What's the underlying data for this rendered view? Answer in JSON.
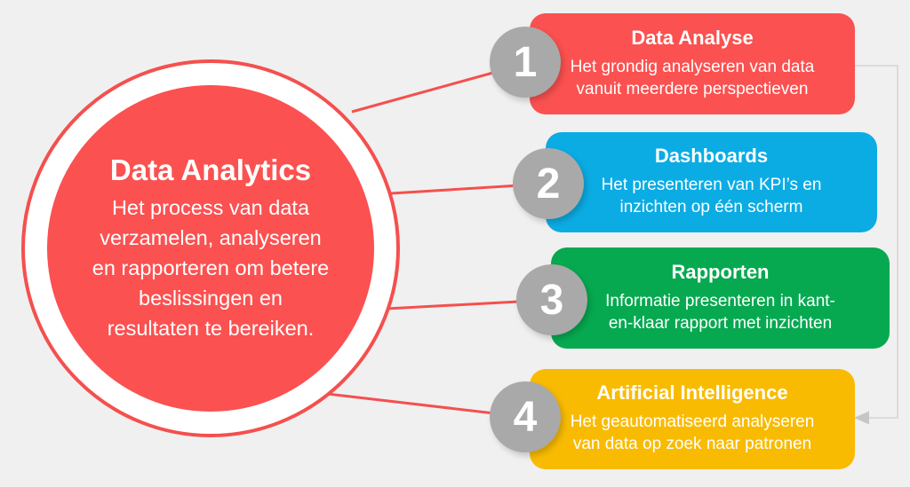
{
  "canvas": {
    "background": "#F0F0F0"
  },
  "center_circle": {
    "title": "Data Analytics",
    "description": "Het process van data\nverzamelen, analyseren\nen rapporteren om betere\nbeslissingen en\nresultaten te bereiken.",
    "fill": "#FB5150",
    "ring_color": "#F4504E",
    "text_color": "#FFFFFF"
  },
  "items": [
    {
      "number": "1",
      "title": "Data Analyse",
      "description": "Het grondig analyseren van data\nvanuit meerdere perspectieven",
      "color": "#FB5150"
    },
    {
      "number": "2",
      "title": "Dashboards",
      "description": "Het presenteren van KPI’s en\ninzichten op één scherm",
      "color": "#0BACE4"
    },
    {
      "number": "3",
      "title": "Rapporten",
      "description": "Informatie presenteren in kant-\nen-klaar rapport met inzichten",
      "color": "#06A950"
    },
    {
      "number": "4",
      "title": "Artificial Intelligence",
      "description": "Het geautomatiseerd analyseren\nvan data op zoek naar patronen",
      "color": "#F9BB02"
    }
  ],
  "badge": {
    "color": "#A9A9A9",
    "number_color": "#FFFFFF"
  },
  "connectors": {
    "red_line_color": "#F4504E",
    "loop_line_color": "#DBDBDB",
    "arrow_color": "#C6C6C6"
  }
}
